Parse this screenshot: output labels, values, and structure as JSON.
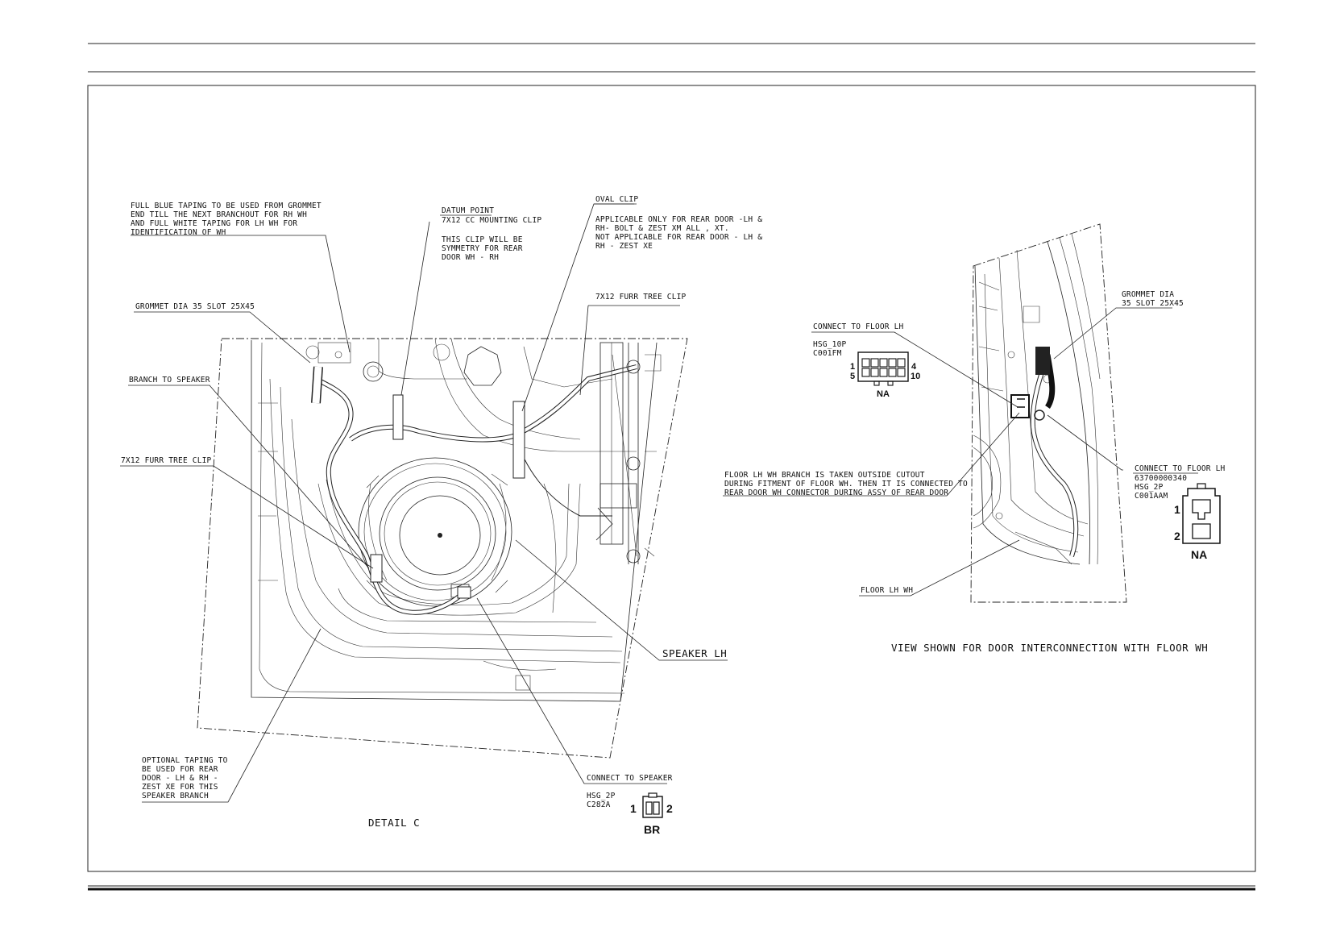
{
  "detail_c": {
    "caption": "DETAIL C",
    "notes": {
      "taping": [
        "FULL BLUE TAPING TO BE USED FROM GROMMET",
        "END TILL THE NEXT BRANCHOUT FOR RH WH",
        "AND FULL WHITE TAPING FOR LH WH FOR",
        "IDENTIFICATION OF WH"
      ],
      "datum_title": "DATUM POINT",
      "datum_lines": [
        "7X12 CC MOUNTING CLIP",
        "",
        "THIS CLIP WILL BE",
        "SYMMETRY FOR REAR",
        "DOOR WH - RH"
      ],
      "oval_clip_title": "OVAL CLIP",
      "oval_clip_lines": [
        "APPLICABLE ONLY FOR REAR DOOR -LH &",
        "RH- BOLT & ZEST XM ALL , XT.",
        "NOT APPLICABLE FOR REAR DOOR - LH &",
        "RH - ZEST XE"
      ],
      "furr_tree_top": "7X12 FURR TREE CLIP",
      "grommet": "GROMMET DIA 35 SLOT 25X45",
      "branch": "BRANCH TO SPEAKER",
      "furr_tree_left": "7X12 FURR TREE CLIP",
      "optional_taping": [
        "OPTIONAL TAPING TO",
        "BE USED FOR REAR",
        "DOOR - LH & RH -",
        "ZEST XE FOR THIS",
        "SPEAKER BRANCH"
      ],
      "speaker": "SPEAKER LH",
      "connect_speaker": "CONNECT TO SPEAKER",
      "speaker_housing": [
        "HSG_2P",
        "C282A"
      ],
      "speaker_pins": {
        "left": "1",
        "right": "2",
        "color": "BR"
      }
    }
  },
  "floor_view": {
    "caption": "VIEW SHOWN FOR DOOR INTERCONNECTION WITH FLOOR WH",
    "connect_floor_top": "CONNECT TO FLOOR LH",
    "floor_housing_10p": [
      "HSG_10P",
      "C001FM"
    ],
    "pins_10p": {
      "tl": "1",
      "bl": "5",
      "tr": "4",
      "br": "10",
      "color": "NA"
    },
    "grommet": [
      "GROMMET DIA",
      "35 SLOT 25X45"
    ],
    "connect_floor_right": "CONNECT TO FLOOR LH",
    "floor_housing_2p": [
      "63700000340",
      "HSG_2P",
      "C001AAM"
    ],
    "pins_2p": {
      "top": "1",
      "bottom": "2",
      "color": "NA"
    },
    "branch_note": [
      "FLOOR LH WH BRANCH IS TAKEN OUTSIDE CUTOUT",
      "DURING FITMENT OF FLOOR WH. THEN IT IS CONNECTED TO",
      "REAR DOOR WH CONNECTOR DURING  ASSY OF REAR DOOR"
    ],
    "floor_wh": "FLOOR LH WH"
  }
}
